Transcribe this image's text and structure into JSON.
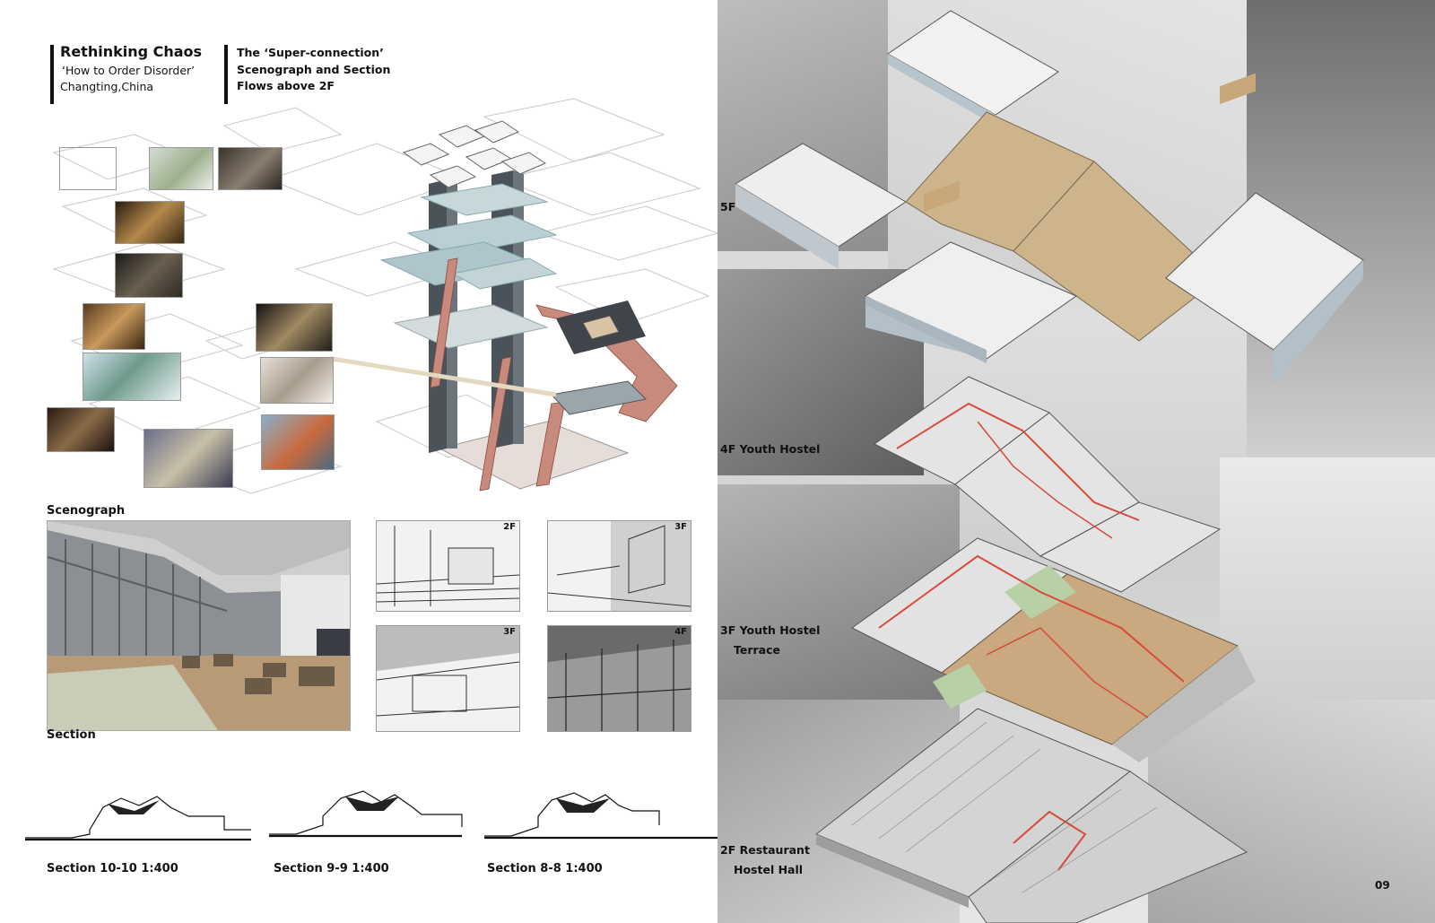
{
  "header": {
    "title": "Rethinking Chaos",
    "subtitle": "‘How to Order Disorder’",
    "location": "Changting,China",
    "desc_line1": "The   ‘Super-connection’",
    "desc_line2": "Scenograph and Section",
    "desc_line3": "Flows above 2F"
  },
  "labels": {
    "scenograph": "Scenograph",
    "section": "Section"
  },
  "sketches": [
    "2F",
    "3F",
    "3F",
    "4F"
  ],
  "sections": [
    "Section 10-10 1:400",
    "Section 9-9 1:400",
    "Section 8-8 1:400"
  ],
  "floors": {
    "f5": "5F",
    "f4": "4F Youth Hostel",
    "f3_line1": "3F Youth Hostel",
    "f3_line2": "Terrace",
    "f2_line1": "2F Restaurant",
    "f2_line2": "Hostel Hall"
  },
  "page_number": "09",
  "colors": {
    "accent_red": "#b5675a",
    "wood": "#c8a77a",
    "steel": "#4a525a",
    "glass": "#b9cfd3"
  }
}
